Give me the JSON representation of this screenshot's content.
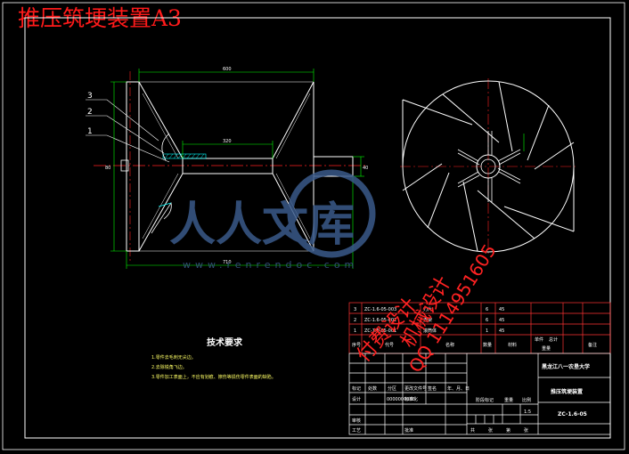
{
  "title": "推压筑埂装置A3",
  "callouts": [
    "3",
    "2",
    "1"
  ],
  "dims": {
    "overall_length": "600",
    "inner_length": "320",
    "base_length": "710",
    "right_height": "40",
    "side_height": "80"
  },
  "tech": {
    "heading": "技术要求",
    "lines": [
      "1.零件去毛刺无尖边。",
      "2.去除锐角飞边。",
      "3.零件加工表面上，不应有划痕、擦伤等损伤零件表面的缺陷。"
    ]
  },
  "parts_table": {
    "rows": [
      {
        "no": "3",
        "code": "ZC-1.6-05-003",
        "name": "刀片",
        "qty": "6",
        "material": "45"
      },
      {
        "no": "2",
        "code": "ZC-1.6-05-002",
        "name": "支架",
        "qty": "6",
        "material": "45"
      },
      {
        "no": "1",
        "code": "ZC-1.6-05-001",
        "name": "滚筒体",
        "qty": "1",
        "material": "45"
      }
    ],
    "header": {
      "no": "序号",
      "code": "代号",
      "name": "名称",
      "qty": "数量",
      "material": "材料",
      "single": "单件",
      "total": "总计",
      "weight": "重量",
      "note": "备注"
    }
  },
  "title_block": {
    "school": "黑龙江八一农垦大学",
    "drawing_name": "推压筑埂装置",
    "drawing_code": "ZC-1.6-05",
    "scale": "1:5",
    "labels": {
      "mark": "标记",
      "count": "处数",
      "zone": "分区",
      "change": "更改文件号",
      "sign": "签名",
      "date": "年、月、日",
      "design": "设计",
      "standard": "标准化",
      "stage": "阶段标记",
      "weight": "重量",
      "ratio": "比例",
      "review": "审核",
      "process": "工艺",
      "approve": "批准",
      "sheets": "共",
      "sheet_unit": "张",
      "page": "第",
      "page_unit": "张"
    },
    "designer_no": "0000000000",
    "designer_sign": "年月日"
  },
  "watermark": {
    "brand": "人人文库",
    "url": "www.renrendoc.com",
    "service": "付费设计",
    "qq": "QQ 1114951605",
    "service_middle": "机械设计"
  },
  "colors": {
    "background": "#000000",
    "frame": "#ffffff",
    "outline": "#ffffff",
    "centerline": "#ff2222",
    "dimension": "#00ff00",
    "hatch": "#00ffff",
    "table_lines": "#ff3333",
    "text_yellow": "#ffff66",
    "watermark": "#ff2222",
    "logo": "#3a5a8a"
  }
}
